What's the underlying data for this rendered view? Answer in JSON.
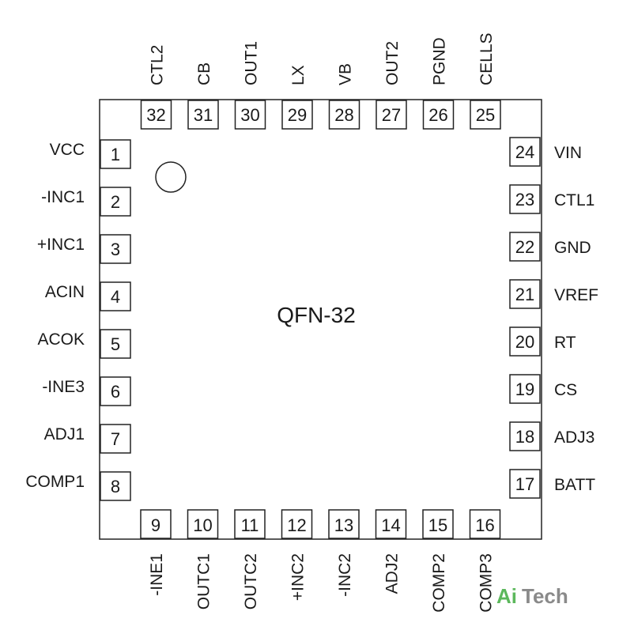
{
  "chip": {
    "package": "QFN-32"
  },
  "pins": {
    "left": [
      {
        "num": "1",
        "name": "VCC"
      },
      {
        "num": "2",
        "name": "-INC1"
      },
      {
        "num": "3",
        "name": "+INC1"
      },
      {
        "num": "4",
        "name": "ACIN"
      },
      {
        "num": "5",
        "name": "ACOK"
      },
      {
        "num": "6",
        "name": "-INE3"
      },
      {
        "num": "7",
        "name": "ADJ1"
      },
      {
        "num": "8",
        "name": "COMP1"
      }
    ],
    "bottom": [
      {
        "num": "9",
        "name": "-INE1"
      },
      {
        "num": "10",
        "name": "OUTC1"
      },
      {
        "num": "11",
        "name": "OUTC2"
      },
      {
        "num": "12",
        "name": "+INC2"
      },
      {
        "num": "13",
        "name": "-INC2"
      },
      {
        "num": "14",
        "name": "ADJ2"
      },
      {
        "num": "15",
        "name": "COMP2"
      },
      {
        "num": "16",
        "name": "COMP3"
      }
    ],
    "right": [
      {
        "num": "17",
        "name": "BATT"
      },
      {
        "num": "18",
        "name": "ADJ3"
      },
      {
        "num": "19",
        "name": "CS"
      },
      {
        "num": "20",
        "name": "RT"
      },
      {
        "num": "21",
        "name": "VREF"
      },
      {
        "num": "22",
        "name": "GND"
      },
      {
        "num": "23",
        "name": "CTL1"
      },
      {
        "num": "24",
        "name": "VIN"
      }
    ],
    "top": [
      {
        "num": "25",
        "name": "CELLS"
      },
      {
        "num": "26",
        "name": "PGND"
      },
      {
        "num": "27",
        "name": "OUT2"
      },
      {
        "num": "28",
        "name": "VB"
      },
      {
        "num": "29",
        "name": "LX"
      },
      {
        "num": "30",
        "name": "OUT1"
      },
      {
        "num": "31",
        "name": "CB"
      },
      {
        "num": "32",
        "name": "CTL2"
      }
    ]
  },
  "watermark": {
    "part1": "Ai",
    "part2": "Tech"
  }
}
